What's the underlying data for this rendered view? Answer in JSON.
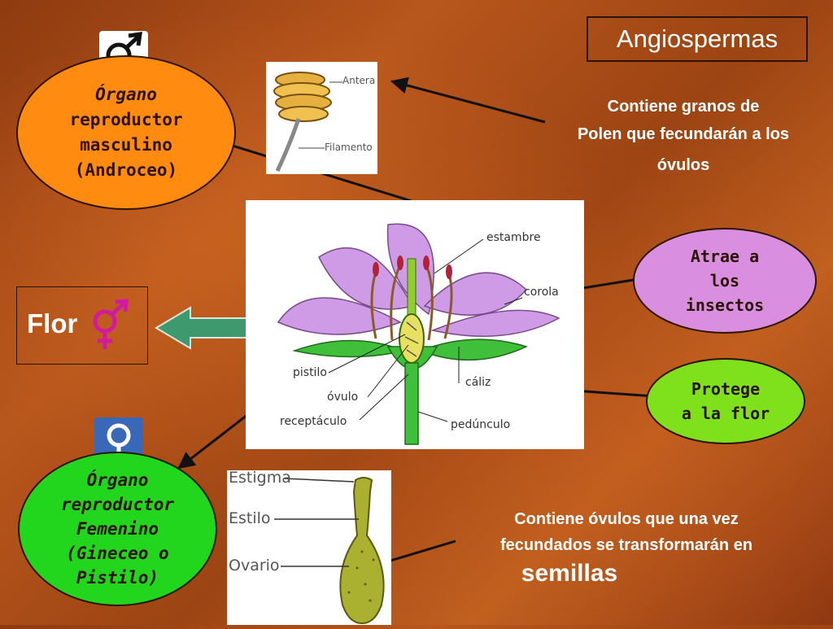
{
  "title": "Angiospermas",
  "flor_label": "Flor",
  "male_organ": [
    "Órgano",
    "reproductor",
    "masculino",
    "(Androceo)"
  ],
  "female_organ": [
    "Órgano",
    "reproductor",
    "Femenino",
    "(Gineceo o",
    "Pistilo)"
  ],
  "attract": [
    "Atrae a",
    "los",
    "insectos"
  ],
  "protect": [
    "Protege",
    "a la flor"
  ],
  "pollen_text": [
    "Contiene granos de",
    "Polen que fecundarán a los",
    "óvulos"
  ],
  "ovule_text": [
    "Contiene óvulos que una vez",
    "fecundados se transformarán en"
  ],
  "ovule_highlight": "semillas",
  "stamen_labels": {
    "antera": "Antera",
    "filamento": "Filamento"
  },
  "flower_labels": {
    "estambre": "estambre",
    "corola": "corola",
    "pistilo": "pistilo",
    "ovulo": "óvulo",
    "caliz": "cáliz",
    "receptaculo": "receptáculo",
    "pedunculo": "pedúnculo"
  },
  "pistil_labels": {
    "estigma": "Estigma",
    "estilo": "Estilo",
    "ovario": "Ovario"
  },
  "colors": {
    "male": "#ff8c10",
    "female": "#21d61c",
    "attract": "#d98ee0",
    "protect": "#7fe01c",
    "petal": "#cf9ae6",
    "sepal": "#3fbf3a",
    "arrow_fill": "#3e9a6e",
    "symbol_bg": "#3a68b8"
  },
  "icons": [
    "male-symbol-icon",
    "female-symbol-icon",
    "hermaphrodite-symbol-icon",
    "left-arrow-icon"
  ]
}
